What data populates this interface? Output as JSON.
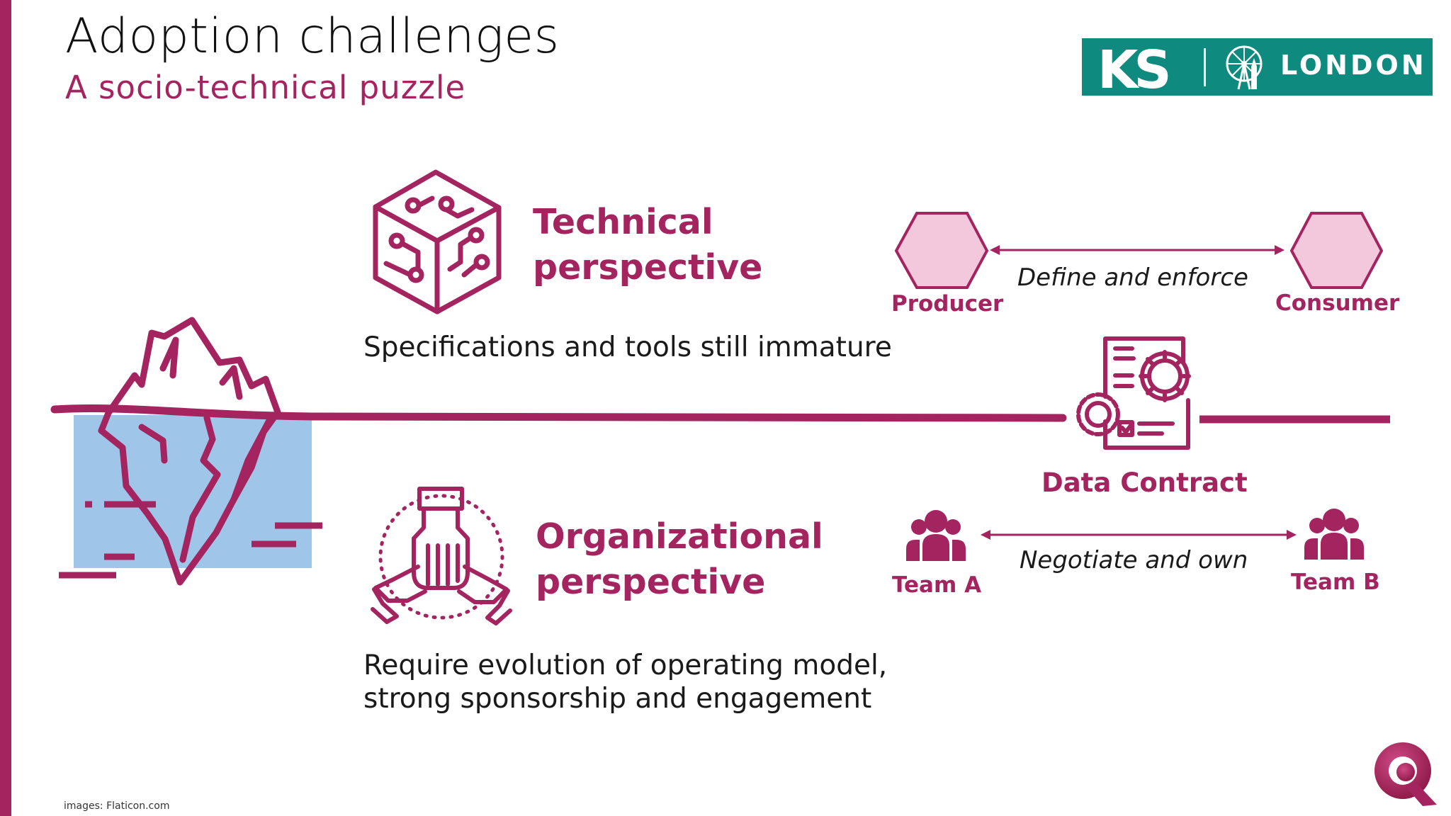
{
  "slide": {
    "title": "Adoption challenges",
    "subtitle": "A socio-technical puzzle",
    "footer": "images: Flaticon.com"
  },
  "logo": {
    "brand": "KS",
    "city": "LONDON",
    "color": "#0f8a7f"
  },
  "technical": {
    "heading_line1": "Technical",
    "heading_line2": "perspective",
    "description": "Specifications and tools still immature",
    "icon": "circuit-cube-icon"
  },
  "organizational": {
    "heading_line1": "Organizational",
    "heading_line2": "perspective",
    "description_line1": "Require evolution of operating model,",
    "description_line2": "strong sponsorship and engagement",
    "icon": "hands-teamwork-icon"
  },
  "diagram": {
    "producer": "Producer",
    "consumer": "Consumer",
    "producer_consumer_relation": "Define and enforce",
    "contract": "Data Contract",
    "team_a": "Team A",
    "team_b": "Team B",
    "team_relation": "Negotiate and own"
  },
  "colors": {
    "accent": "#a3245f",
    "hexagon_fill": "#f3c8dc",
    "water": "#9fc5e8"
  }
}
